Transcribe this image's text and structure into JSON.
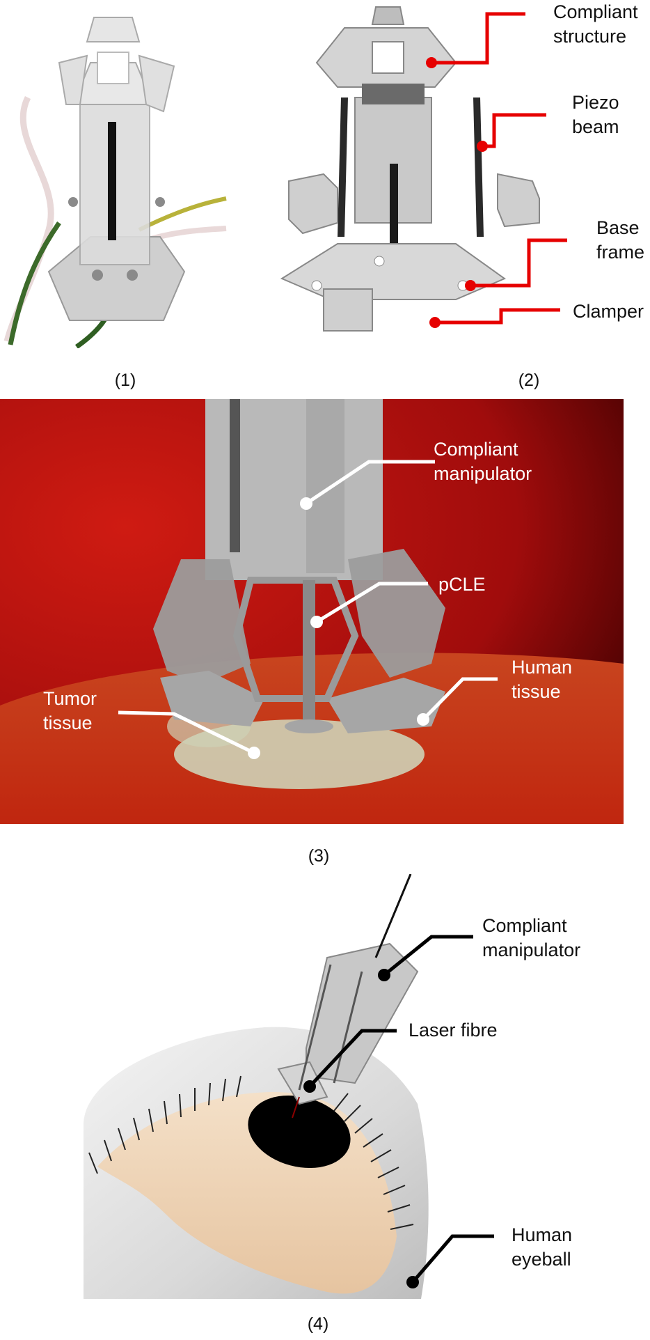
{
  "panel1": {
    "caption": "(1)"
  },
  "panel2": {
    "caption": "(2)",
    "labels": {
      "compliant_structure": "Compliant\nstructure",
      "piezo_beam": "Piezo\nbeam",
      "base_frame": "Base\nframe",
      "clamper": "Clamper"
    }
  },
  "panel3": {
    "caption": "(3)",
    "labels": {
      "compliant_manipulator": "Compliant\nmanipulator",
      "pcle": "pCLE",
      "human_tissue": "Human\ntissue",
      "tumor_tissue": "Tumor\ntissue"
    }
  },
  "panel4": {
    "caption": "(4)",
    "labels": {
      "compliant_manipulator": "Compliant\nmanipulator",
      "laser_fibre": "Laser fibre",
      "human_eyeball": "Human\neyeball"
    }
  },
  "colors": {
    "callout_red": "#e60000",
    "callout_black": "#000000",
    "callout_white": "#ffffff",
    "tissue_red": "#c0260f"
  }
}
